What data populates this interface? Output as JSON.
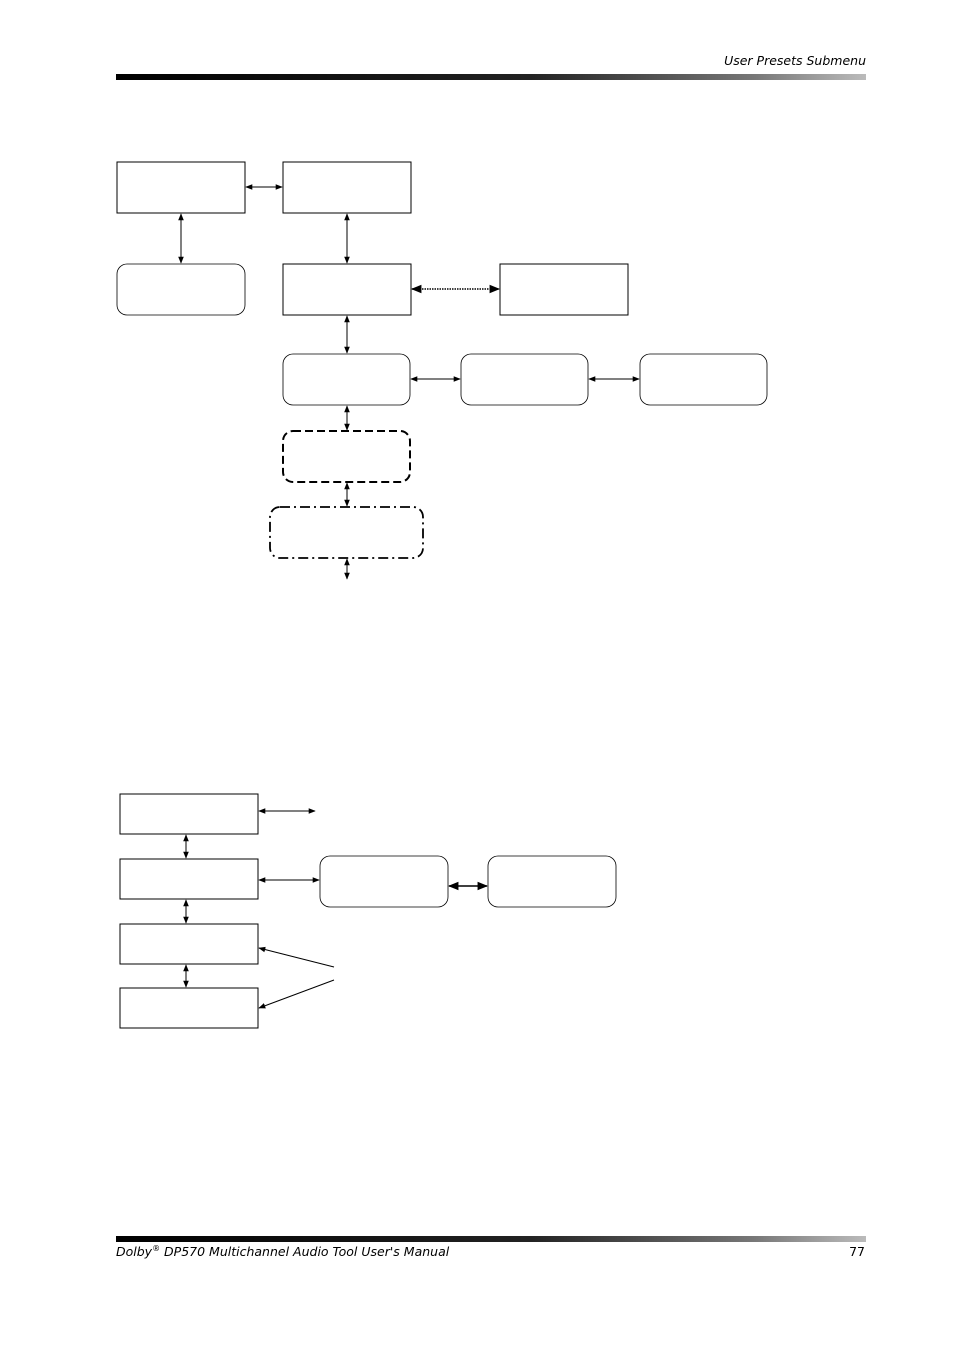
{
  "header": {
    "section_title": "User Presets Submenu"
  },
  "footer": {
    "manual_brand": "Dolby",
    "registered_mark": "®",
    "manual_title": " DP570 Multichannel Audio Tool User's Manual",
    "page_number": "77"
  }
}
